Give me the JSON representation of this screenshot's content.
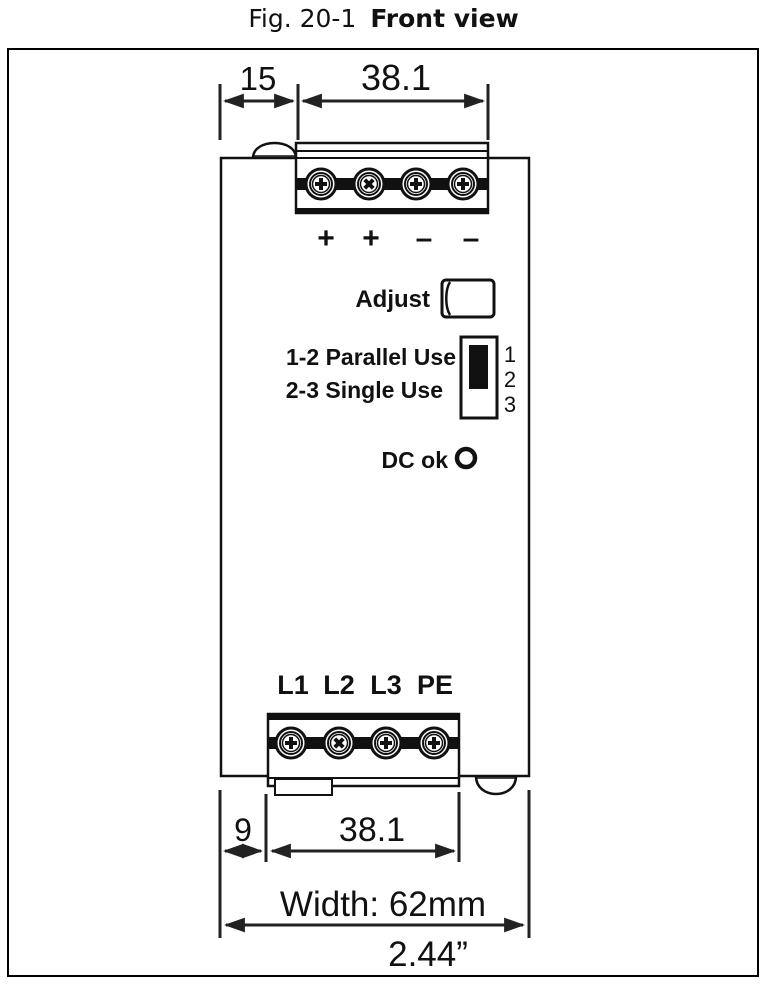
{
  "caption": {
    "figure_number": "Fig. 20-1",
    "title": "Front view"
  },
  "dimensions": {
    "top_left_offset": "15",
    "top_terminal_span": "38.1",
    "bottom_left_offset": "9",
    "bottom_terminal_span": "38.1",
    "width_metric": "Width: 62mm",
    "width_imperial": "2.44”"
  },
  "output_terminals": {
    "polarity_labels": [
      "+",
      "+",
      "–",
      "–"
    ],
    "screw_types": [
      "plus",
      "cross",
      "plus",
      "plus"
    ]
  },
  "controls": {
    "adjust_label": "Adjust",
    "jumper_line1": "1-2 Parallel Use",
    "jumper_line2": "2-3 Single Use",
    "jumper_pins": [
      "1",
      "2",
      "3"
    ],
    "led_label": "DC ok"
  },
  "input_terminals": {
    "labels": [
      "L1",
      "L2",
      "L3",
      "PE"
    ],
    "screw_types": [
      "plus",
      "cross",
      "plus",
      "plus"
    ]
  }
}
